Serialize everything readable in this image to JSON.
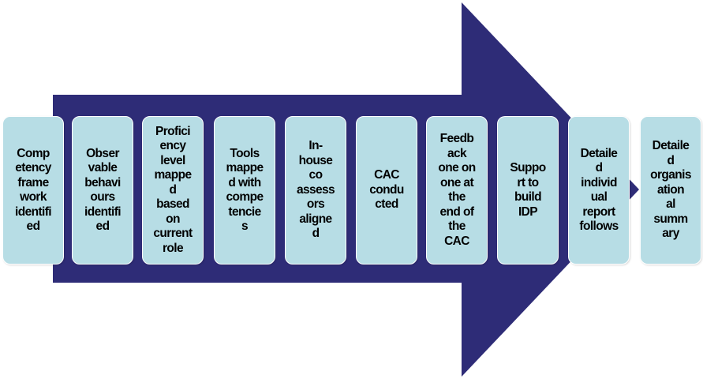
{
  "diagram": {
    "arrow_color": "#2e2c77",
    "box_color": "#b7dde5",
    "steps": [
      {
        "label": "Comp\netency\nframe\nwork\nidentifi\ned"
      },
      {
        "label": "Obser\nvable\nbehavi\nours\nidentifi\ned"
      },
      {
        "label": "Profici\nency\nlevel\nmappe\nd\nbased\non\ncurrent\nrole"
      },
      {
        "label": "Tools\nmappe\nd with\ncompe\ntencie\ns"
      },
      {
        "label": "In-\nhouse\nco\nassess\nors\naligne\nd"
      },
      {
        "label": "CAC\ncondu\ncted"
      },
      {
        "label": "Feedb\nack\none on\none at\nthe\nend of\nthe\nCAC"
      },
      {
        "label": "Suppo\nrt to\nbuild\nIDP"
      },
      {
        "label": "Detaile\nd\nindivid\nual\nreport\nfollows"
      },
      {
        "label": "Detaile\nd\norganis\nation\nal\nsumm\nary"
      }
    ]
  }
}
